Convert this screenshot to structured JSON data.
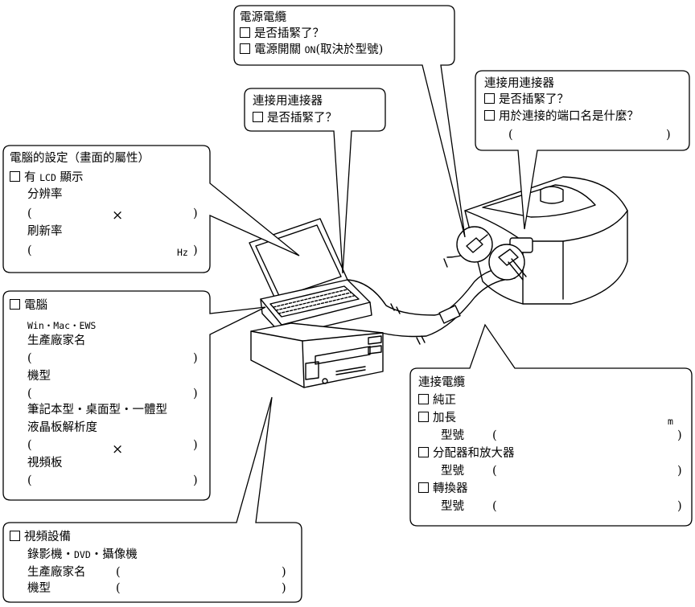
{
  "power_cable": {
    "title": "電源電纜",
    "item1": "是否插緊了？",
    "item2_a": "電源開關",
    "item2_b": "ON",
    "item2_c": "(取決於型號)"
  },
  "projector_connector": {
    "title": "連接用連接器",
    "item1": "是否插緊了？",
    "item2": "用於連接的端口名是什麼？",
    "paren_open": "(",
    "paren_close": ")"
  },
  "pc_connector": {
    "title": "連接用連接器",
    "item1": "是否插緊了？"
  },
  "pc_settings": {
    "title": "電腦的設定（畫面的屬性）",
    "lcd_a": "有",
    "lcd_b": "LCD",
    "lcd_c": "顯示",
    "resolution": "分辨率",
    "paren_open": "(",
    "cross": "×",
    "paren_close": ")",
    "refresh": "刷新率",
    "hz": "Hz",
    "hz_close": ")"
  },
  "computer": {
    "title": "電腦",
    "os": "Win・Mac・EWS",
    "maker": "生產廠家名",
    "paren_open": "(",
    "paren_close": ")",
    "model": "機型",
    "form": "筆記本型・桌面型・一體型",
    "lcd_res": "液晶板解析度",
    "cross": "×",
    "video_card": "視頻板"
  },
  "video_device": {
    "title": "視頻設備",
    "kinds_a": "錄影機・",
    "kinds_b": "DVD",
    "kinds_c": "・攝像機",
    "maker": "生產廠家名",
    "model": "機型",
    "paren_open": "(",
    "paren_close": ")"
  },
  "cable": {
    "title": "連接電纜",
    "genuine": "純正",
    "extension": "加長",
    "unit_m": "m",
    "model_no": "型號",
    "paren_open": "(",
    "paren_close": ")",
    "splitter": "分配器和放大器",
    "converter": "轉換器"
  }
}
